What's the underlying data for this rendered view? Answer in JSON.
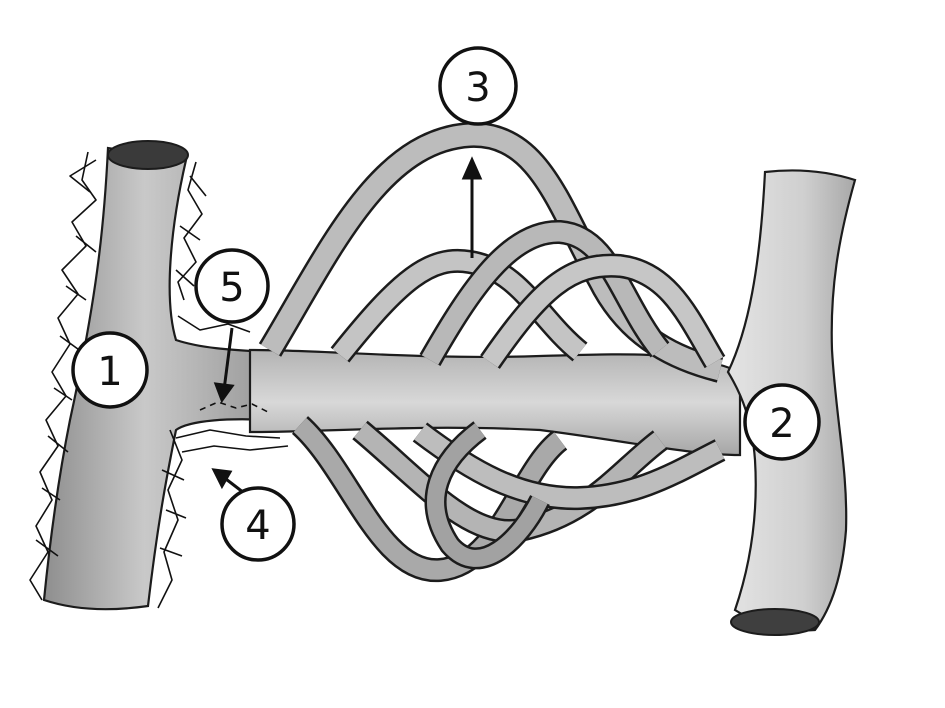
{
  "diagram": {
    "labels": [
      {
        "id": "1",
        "text": "1"
      },
      {
        "id": "2",
        "text": "2"
      },
      {
        "id": "3",
        "text": "3"
      },
      {
        "id": "4",
        "text": "4"
      },
      {
        "id": "5",
        "text": "5"
      }
    ]
  },
  "colors": {
    "vessel_fill": "#bdbdbd",
    "vessel_dark": "#8c8c8c",
    "vessel_light": "#e2e2e2",
    "vessel_opening": "#3a3a3a",
    "outline": "#1c1c1c",
    "background": "#ffffff"
  }
}
